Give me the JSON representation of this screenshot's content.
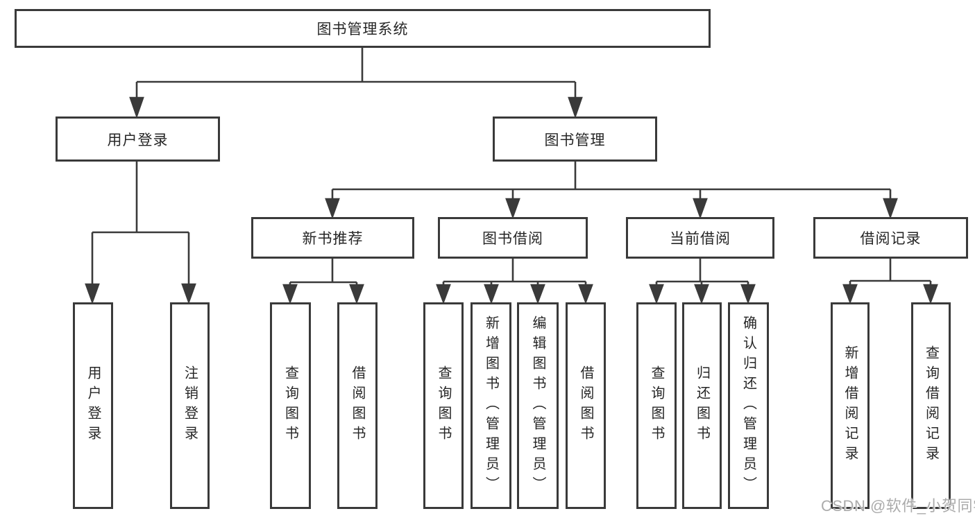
{
  "diagram": {
    "type": "hierarchy-tree",
    "tree": {
      "root": "图书管理系统",
      "children": [
        {
          "label": "用户登录",
          "children": [
            "用户登录",
            "注销登录"
          ]
        },
        {
          "label": "图书管理",
          "children": [
            {
              "label": "新书推荐",
              "children": [
                "查询图书",
                "借阅图书"
              ]
            },
            {
              "label": "图书借阅",
              "children": [
                "查询图书",
                "新增图书（管理员）",
                "编辑图书（管理员）",
                "借阅图书"
              ]
            },
            {
              "label": "当前借阅",
              "children": [
                "查询图书",
                "归还图书",
                "确认归还（管理员）"
              ]
            },
            {
              "label": "借阅记录",
              "children": [
                "新增借阅记录",
                "查询借阅记录"
              ]
            }
          ]
        }
      ]
    },
    "colors": {
      "line": "#3a3a3a",
      "text": "#262626",
      "box_fill": "#ffffff",
      "background": "#ffffff",
      "watermark": "#ababab"
    }
  },
  "watermark": "CSDN @软件_小贺同学"
}
